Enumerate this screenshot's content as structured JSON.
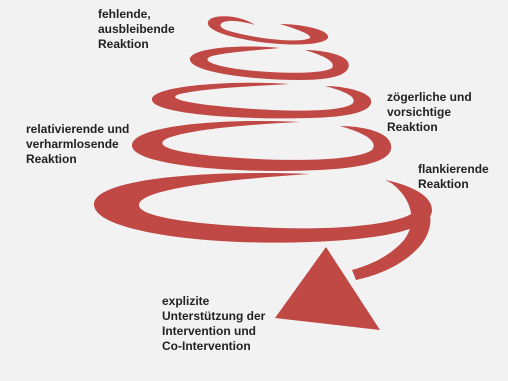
{
  "diagram": {
    "accent_color": "#c04845",
    "shape": "spiral-funnel-with-arrowhead",
    "labels": {
      "top": "fehlende,\nausbleibende\nReaktion",
      "right_upper": "zögerliche und\nvorsichtige\nReaktion",
      "left": "relativierende und\nverharmlosende\nReaktion",
      "right_lower": "flankierende\nReaktion",
      "bottom": "explizite\nUnterstützung der\nIntervention und\nCo-Intervention"
    }
  }
}
